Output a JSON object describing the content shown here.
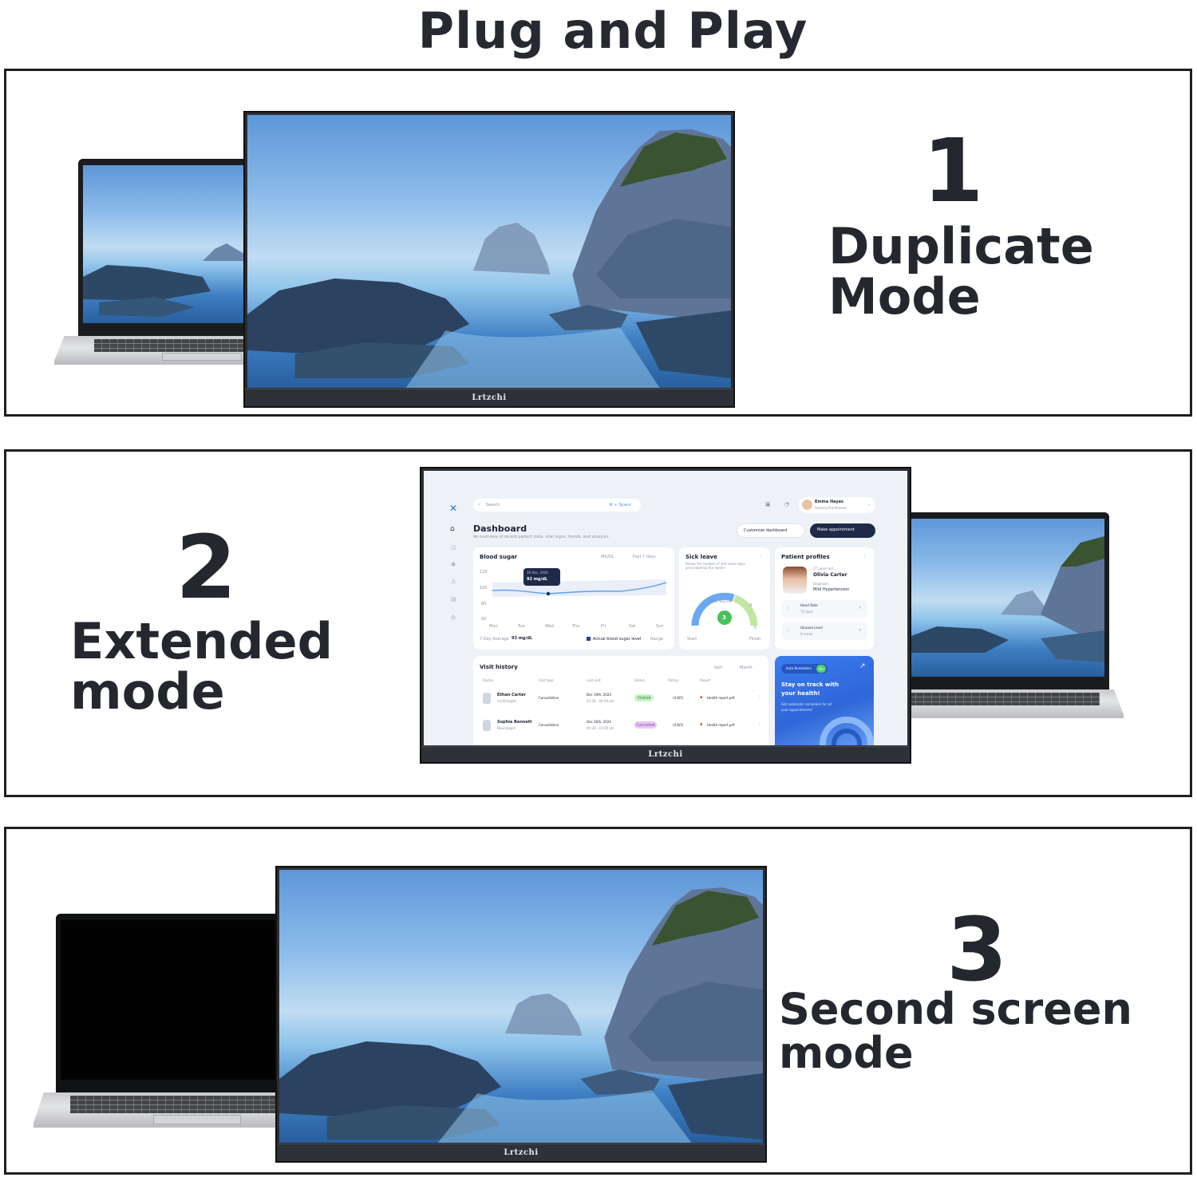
{
  "page": {
    "title": "Plug and Play"
  },
  "modes": [
    {
      "number": "1",
      "label_line1": "Duplicate",
      "label_line2": "Mode"
    },
    {
      "number": "2",
      "label_line1": "Extended",
      "label_line2": "mode"
    },
    {
      "number": "3",
      "label_line1": "Second screen",
      "label_line2": "mode"
    }
  ],
  "monitor": {
    "brand": "Lrtzchi"
  },
  "dashboard": {
    "search_placeholder": "Search",
    "search_shortcut": "⌘ + Space",
    "user_name": "Emma Hayes",
    "user_role": "General Practitioner",
    "title": "Dashboard",
    "subtitle": "An overview of recent patient data, vital signs, trends, and analysis.",
    "customize_label": "Customize dashboard",
    "appointment_label": "Make appointment",
    "blood_sugar": {
      "title": "Blood sugar",
      "unit_select": "MG/DL",
      "range_select": "Past 7 days",
      "tooltip_date": "16 Dec, 2024",
      "tooltip_value": "92 mg/dL",
      "y_ticks": [
        "120",
        "100",
        "80",
        "60"
      ],
      "days": [
        "Mon",
        "Tue",
        "Wed",
        "Thu",
        "Fri",
        "Sat",
        "Sun"
      ],
      "average_label": "7 Day Average",
      "average_value": "93 mg/dL",
      "legend_actual": "Actual blood sugar level",
      "legend_range": "Range"
    },
    "sick_leave": {
      "title": "Sick leave",
      "description": "Shows the number of sick leave days prescribed by the doctor",
      "center_label": "Sick days left",
      "value": "3",
      "tick_4": "4",
      "tick_5": "5",
      "start_label": "Start",
      "finish_label": "Finish"
    },
    "patient": {
      "title": "Patient profiles",
      "age": "27 years old",
      "name": "Olivia Carter",
      "diagnosis_label": "Diagnosis",
      "diagnosis": "Mild Hypertension",
      "heart_label": "Heart Rate",
      "heart_value": "72 bpm",
      "glucose_label": "Glucose Level",
      "glucose_value": "6 mmol"
    },
    "visits": {
      "title": "Visit history",
      "sort_label": "Sort",
      "month_label": "Month",
      "headers": [
        "Doctor",
        "Visit type",
        "Last visit",
        "Status",
        "Rating",
        "Report"
      ],
      "rows": [
        {
          "doctor": "Ethan Carter",
          "specialty": "Cardiologist",
          "type": "Consultation",
          "date": "Dec 19th, 2024",
          "time": "03:30 - 04:00 pm",
          "status": "Visited",
          "rating": "(4.8/5)",
          "report": "Health report.pdf"
        },
        {
          "doctor": "Sophia Bennett",
          "specialty": "Neurologist",
          "type": "Consultation",
          "date": "Dec 16th, 2024",
          "time": "09:30 - 10:00 am",
          "status": "Canceled",
          "rating": "(4.8/5)",
          "report": "Health report.pdf"
        }
      ]
    },
    "promo": {
      "badge": "Auto Reminders",
      "badge_state": "On",
      "headline_line1": "Stay on track with",
      "headline_line2": "your health!",
      "body_line1": "Get automatic reminders for all",
      "body_line2": "your appointments!"
    }
  },
  "colors": {
    "text_dark": "#24282e",
    "panel_border": "#1d1f23",
    "dashboard_navy": "#1f2a4a",
    "promo_blue": "#2f6fe0"
  }
}
